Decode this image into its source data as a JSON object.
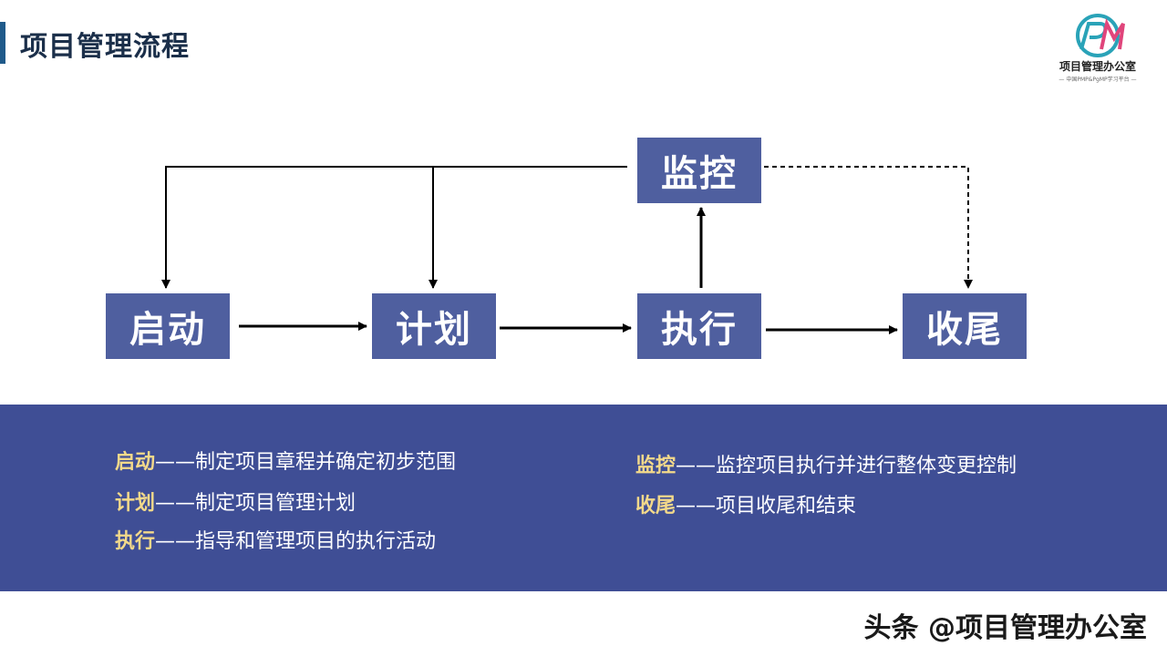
{
  "header": {
    "title": "项目管理流程"
  },
  "logo": {
    "mark": "PM",
    "name": "项目管理办公室",
    "subtitle": "— 中国PMP&PgMP学习平台 —"
  },
  "diagram": {
    "nodes": {
      "monitor": "监控",
      "initiate": "启动",
      "plan": "计划",
      "execute": "执行",
      "close": "收尾"
    }
  },
  "descriptions": {
    "left": [
      {
        "term": "启动",
        "sep": "——",
        "text": "制定项目章程并确定初步范围"
      },
      {
        "term": "计划",
        "sep": "——",
        "text": "制定项目管理计划"
      },
      {
        "term": "执行",
        "sep": "——",
        "text": "指导和管理项目的执行活动"
      }
    ],
    "right": [
      {
        "term": "监控",
        "sep": "——",
        "text": "监控项目执行并进行整体变更控制"
      },
      {
        "term": "收尾",
        "sep": "——",
        "text": "项目收尾和结束"
      }
    ]
  },
  "watermark": "头条 @项目管理办公室",
  "colors": {
    "node": "#4f5f9f",
    "band": "#3f4e95",
    "term": "#f3d98a",
    "title": "#1b2f4a"
  }
}
